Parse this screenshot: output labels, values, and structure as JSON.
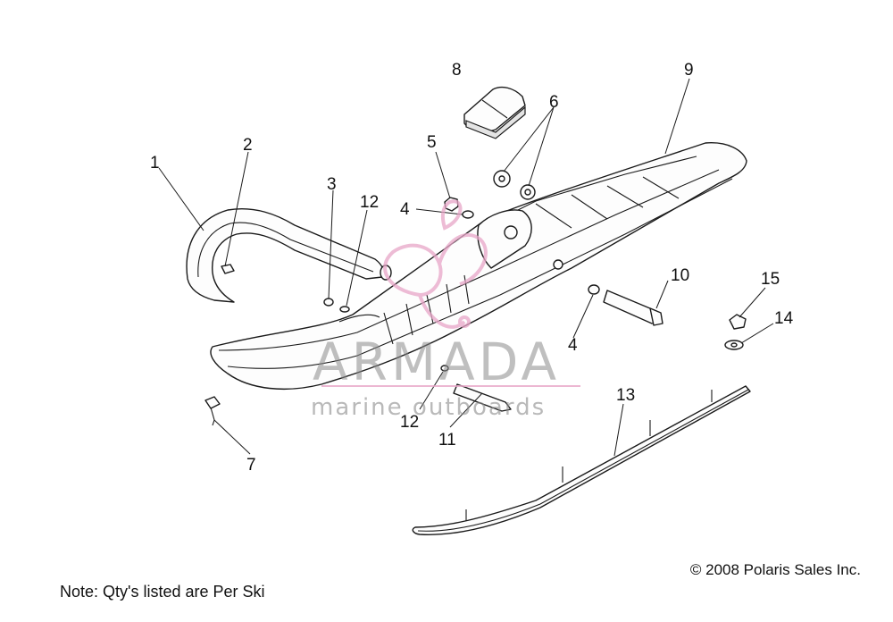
{
  "diagram": {
    "callouts": [
      {
        "id": "1",
        "label": "1"
      },
      {
        "id": "2",
        "label": "2"
      },
      {
        "id": "3",
        "label": "3"
      },
      {
        "id": "12a",
        "label": "12"
      },
      {
        "id": "4a",
        "label": "4"
      },
      {
        "id": "5",
        "label": "5"
      },
      {
        "id": "8",
        "label": "8"
      },
      {
        "id": "6",
        "label": "6"
      },
      {
        "id": "9",
        "label": "9"
      },
      {
        "id": "10",
        "label": "10"
      },
      {
        "id": "15",
        "label": "15"
      },
      {
        "id": "14",
        "label": "14"
      },
      {
        "id": "4b",
        "label": "4"
      },
      {
        "id": "13",
        "label": "13"
      },
      {
        "id": "12b",
        "label": "12"
      },
      {
        "id": "11",
        "label": "11"
      },
      {
        "id": "7",
        "label": "7"
      }
    ],
    "watermark": {
      "brand": "ARMADA",
      "tagline": "marine outboards",
      "accent_color": "#e8a6c8"
    },
    "copyright": "© 2008 Polaris Sales Inc.",
    "note": "Note: Qty's listed are Per Ski"
  }
}
